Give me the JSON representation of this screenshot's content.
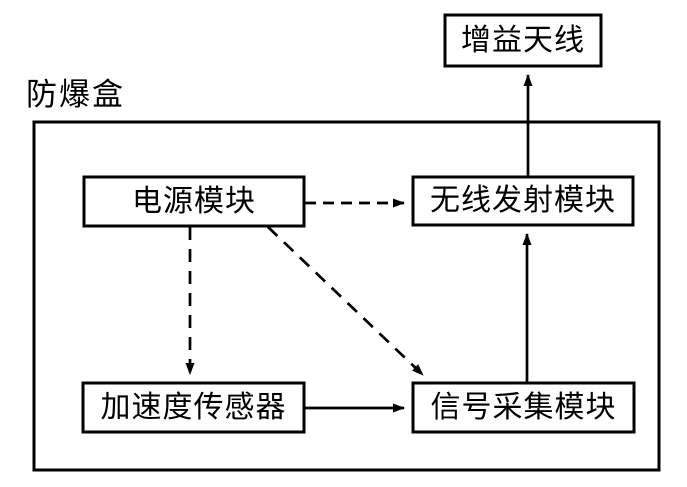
{
  "diagram": {
    "enclosure_label": "防爆盒",
    "nodes": {
      "gain_antenna": {
        "label": "增益天线"
      },
      "power_module": {
        "label": "电源模块"
      },
      "wireless_tx_module": {
        "label": "无线发射模块"
      },
      "accel_sensor": {
        "label": "加速度传感器"
      },
      "signal_acq_module": {
        "label": "信号采集模块"
      }
    },
    "edges": [
      {
        "from": "power_module",
        "to": "wireless_tx_module",
        "style": "dashed"
      },
      {
        "from": "power_module",
        "to": "accel_sensor",
        "style": "dashed"
      },
      {
        "from": "power_module",
        "to": "signal_acq_module",
        "style": "dashed"
      },
      {
        "from": "accel_sensor",
        "to": "signal_acq_module",
        "style": "solid"
      },
      {
        "from": "signal_acq_module",
        "to": "wireless_tx_module",
        "style": "solid"
      },
      {
        "from": "wireless_tx_module",
        "to": "gain_antenna",
        "style": "solid"
      }
    ],
    "colors": {
      "line": "#000000",
      "background": "#ffffff"
    }
  }
}
